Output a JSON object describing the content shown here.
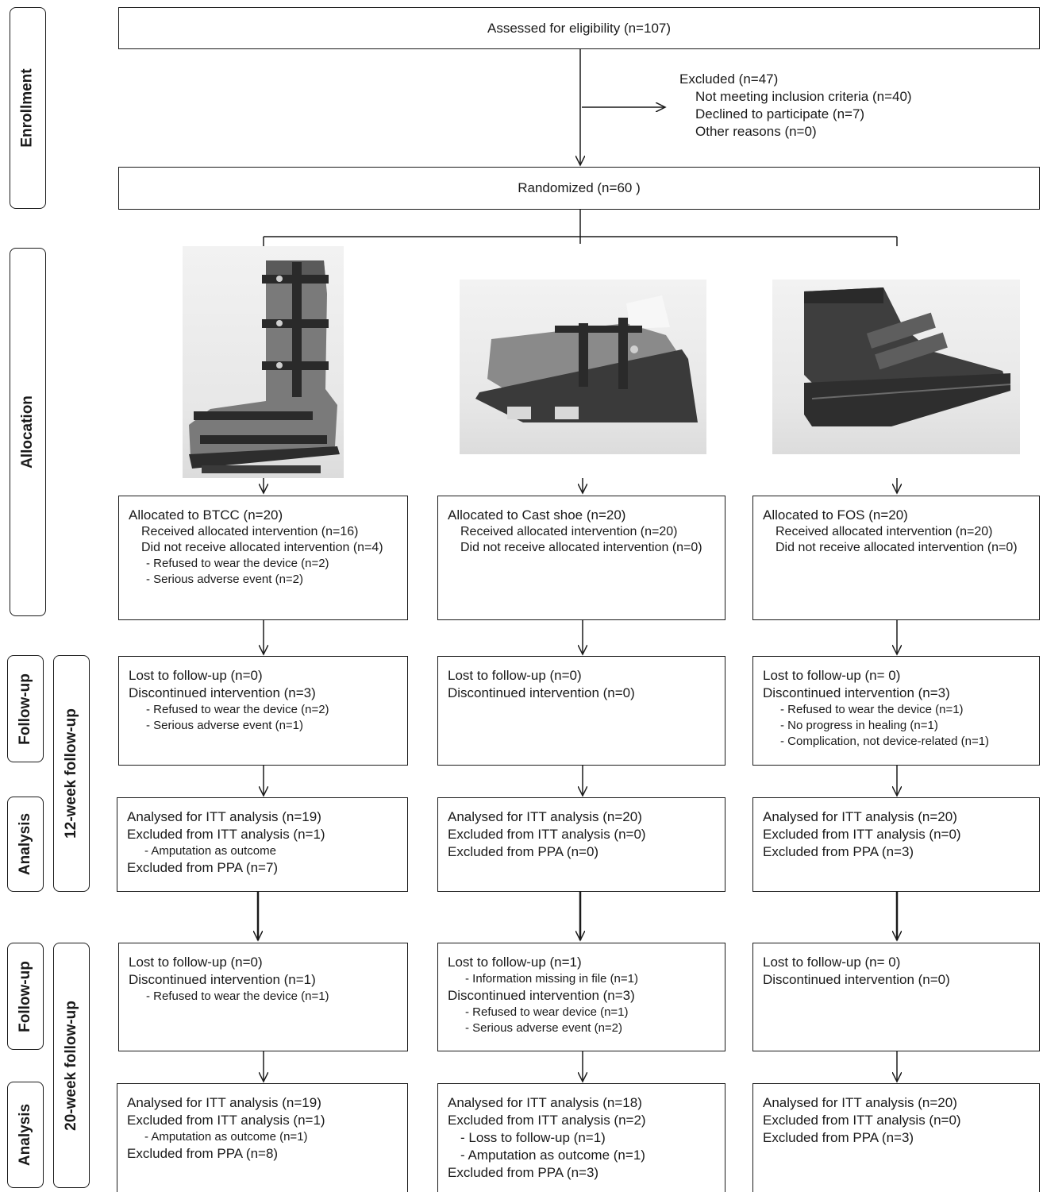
{
  "stages": {
    "enrollment": "Enrollment",
    "allocation": "Allocation",
    "followup_1": "Follow-up",
    "analysis_1": "Analysis",
    "followup_2": "Follow-up",
    "analysis_2": "Analysis",
    "week12": "12-week follow-up",
    "week20": "20-week follow-up"
  },
  "enrollment": {
    "assessed": "Assessed for eligibility (n=107)",
    "excluded": {
      "title": "Excluded  (n=47)",
      "items": [
        "Not meeting inclusion criteria (n=40)",
        "Declined to participate (n=7)",
        "Other reasons (n=0)"
      ]
    },
    "randomized": "Randomized (n=60 )"
  },
  "arms": [
    {
      "allocation": {
        "title": "Allocated to BTCC (n=20)",
        "received": "Received allocated intervention (n=16)",
        "not_received": "Did not receive allocated intervention (n=4)",
        "reasons": [
          "- Refused to wear the device (n=2)",
          "- Serious adverse event (n=2)"
        ]
      },
      "fu12": {
        "lost": "Lost to follow-up (n=0)",
        "discontinued": "Discontinued intervention (n=3)",
        "reasons": [
          "- Refused to wear the device (n=2)",
          "- Serious adverse event (n=1)"
        ]
      },
      "an12": {
        "itt": "Analysed for ITT analysis  (n=19)",
        "excluded_itt": "Excluded from ITT analysis (n=1)",
        "reasons": [
          "- Amputation as outcome"
        ],
        "excluded_ppa": "Excluded from PPA (n=7)"
      },
      "fu20": {
        "lost": "Lost to follow-up (n=0)",
        "discontinued": "Discontinued intervention (n=1)",
        "reasons": [
          "- Refused to wear the device (n=1)"
        ]
      },
      "an20": {
        "itt": "Analysed for ITT analysis  (n=19)",
        "excluded_itt": "Excluded from ITT analysis (n=1)",
        "reasons": [
          "- Amputation as outcome (n=1)"
        ],
        "excluded_ppa": "Excluded from PPA (n=8)"
      }
    },
    {
      "allocation": {
        "title": "Allocated to Cast shoe (n=20)",
        "received": "Received allocated intervention (n=20)",
        "not_received": "Did not receive allocated intervention (n=0)",
        "reasons": []
      },
      "fu12": {
        "lost": "Lost to follow-up (n=0)",
        "discontinued": "Discontinued intervention (n=0)",
        "reasons": []
      },
      "an12": {
        "itt": "Analysed for ITT analysis (n=20)",
        "excluded_itt": "Excluded from ITT analysis (n=0)",
        "reasons": [],
        "excluded_ppa": "Excluded from PPA (n=0)"
      },
      "fu20": {
        "lost": "Lost to follow-up (n=1)",
        "lost_reasons": [
          "- Information missing in file (n=1)"
        ],
        "discontinued": "Discontinued intervention (n=3)",
        "reasons": [
          "- Refused to wear device (n=1)",
          "- Serious adverse event (n=2)"
        ]
      },
      "an20": {
        "itt": "Analysed for ITT analysis (n=18)",
        "excluded_itt": "Excluded from ITT analysis (n=2)",
        "reasons": [
          "- Loss to follow-up (n=1)",
          "- Amputation as outcome (n=1)"
        ],
        "excluded_ppa": "Excluded from PPA (n=3)"
      }
    },
    {
      "allocation": {
        "title": "Allocated to FOS (n=20)",
        "received": "Received allocated intervention (n=20)",
        "not_received": "Did not receive allocated intervention (n=0)",
        "reasons": []
      },
      "fu12": {
        "lost": "Lost to follow-up (n= 0)",
        "discontinued": "Discontinued intervention (n=3)",
        "reasons": [
          "- Refused to wear the device (n=1)",
          "- No progress in healing (n=1)",
          "- Complication, not device-related (n=1)"
        ]
      },
      "an12": {
        "itt": "Analysed for ITT analysis (n=20)",
        "excluded_itt": "Excluded from ITT analysis (n=0)",
        "reasons": [],
        "excluded_ppa": "Excluded from PPA (n=3)"
      },
      "fu20": {
        "lost": "Lost to follow-up (n= 0)",
        "discontinued": "Discontinued intervention (n=0)",
        "reasons": []
      },
      "an20": {
        "itt": "Analysed for ITT analysis (n=20)",
        "excluded_itt": "Excluded from ITT analysis (n=0)",
        "reasons": [],
        "excluded_ppa": "Excluded from PPA (n=3)"
      }
    }
  ]
}
